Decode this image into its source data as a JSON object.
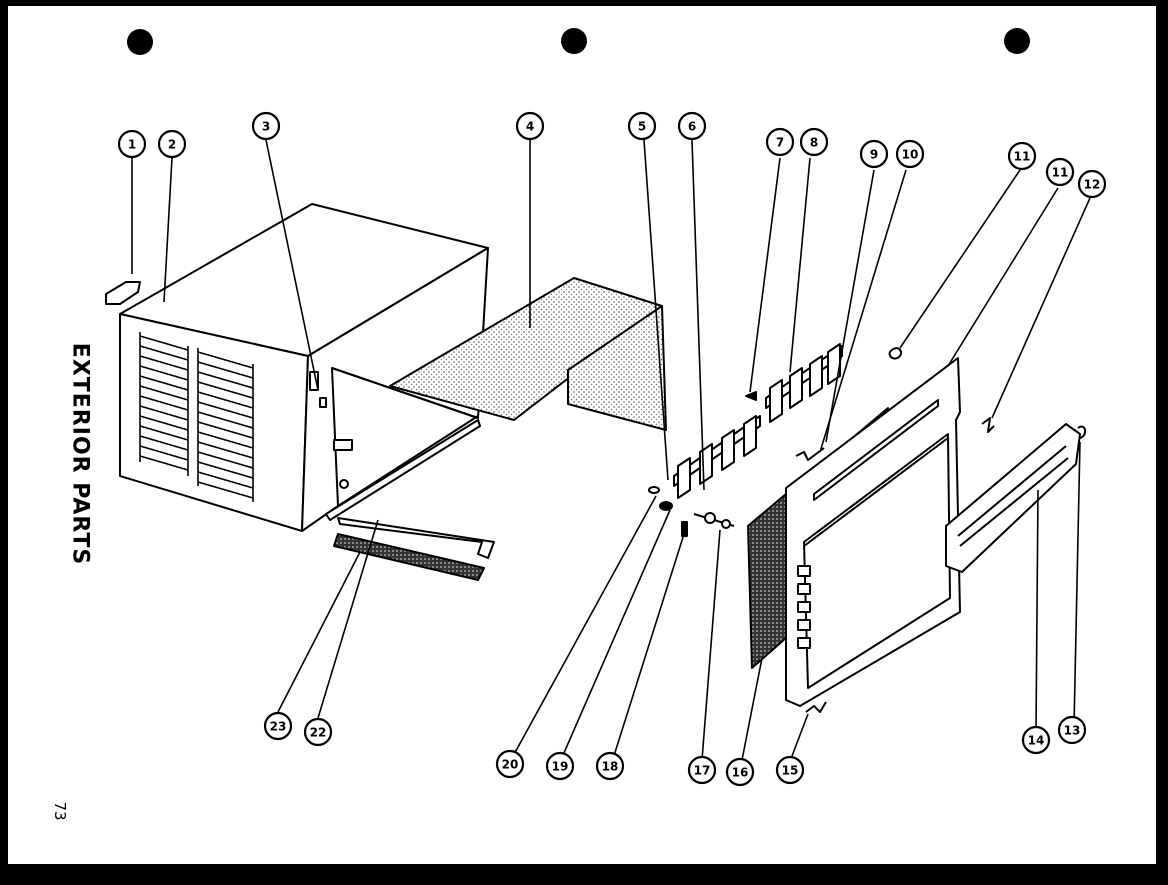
{
  "title": "EXTERIOR PARTS",
  "page_number": "73",
  "callouts": [
    {
      "label": "1"
    },
    {
      "label": "2"
    },
    {
      "label": "3"
    },
    {
      "label": "4"
    },
    {
      "label": "5"
    },
    {
      "label": "6"
    },
    {
      "label": "7"
    },
    {
      "label": "8"
    },
    {
      "label": "9"
    },
    {
      "label": "10"
    },
    {
      "label": "11"
    },
    {
      "label": "11"
    },
    {
      "label": "12"
    },
    {
      "label": "13"
    },
    {
      "label": "14"
    },
    {
      "label": "15"
    },
    {
      "label": "16"
    },
    {
      "label": "17"
    },
    {
      "label": "18"
    },
    {
      "label": "19"
    },
    {
      "label": "20"
    },
    {
      "label": "22"
    },
    {
      "label": "23"
    }
  ]
}
